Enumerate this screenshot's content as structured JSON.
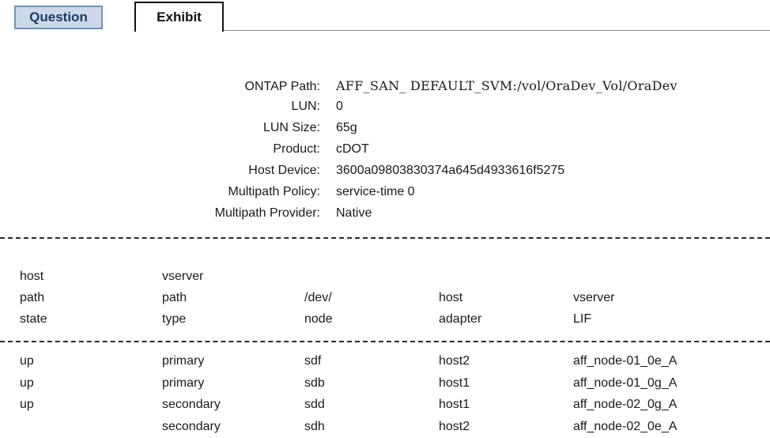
{
  "tabs": {
    "question": "Question",
    "exhibit": "Exhibit"
  },
  "details": {
    "rows": [
      {
        "label": "ONTAP Path:",
        "value": "AFF_SAN_ DEFAULT_SVM:/vol/OraDev_Vol/OraDev"
      },
      {
        "label": "LUN:",
        "value": "0"
      },
      {
        "label": "LUN Size:",
        "value": "65g"
      },
      {
        "label": "Product:",
        "value": "cDOT"
      },
      {
        "label": "Host Device:",
        "value": "3600a09803830374a645d4933616f5275"
      },
      {
        "label": "Multipath Policy:",
        "value": "service-time 0"
      },
      {
        "label": "Multipath Provider:",
        "value": "Native"
      }
    ]
  },
  "table": {
    "headers": [
      [
        "host",
        "path",
        "state"
      ],
      [
        "vserver",
        "path",
        "type"
      ],
      [
        "/dev/",
        "node"
      ],
      [
        "host",
        "adapter"
      ],
      [
        "vserver",
        "LIF"
      ]
    ],
    "rows": [
      [
        "up",
        "primary",
        "sdf",
        "host2",
        "aff_node-01_0e_A"
      ],
      [
        "up",
        "primary",
        "sdb",
        "host1",
        "aff_node-01_0g_A"
      ],
      [
        "up",
        "secondary",
        "sdd",
        "host1",
        "aff_node-02_0g_A"
      ],
      [
        "",
        "secondary",
        "sdh",
        "host2",
        "aff_node-02_0e_A"
      ]
    ]
  },
  "colors": {
    "question_tab_bg": "#cdd9ea",
    "question_tab_border": "#6f94b8",
    "question_tab_text": "#1f3b63",
    "exhibit_tab_border": "#151515",
    "text": "#1a1a1a"
  }
}
